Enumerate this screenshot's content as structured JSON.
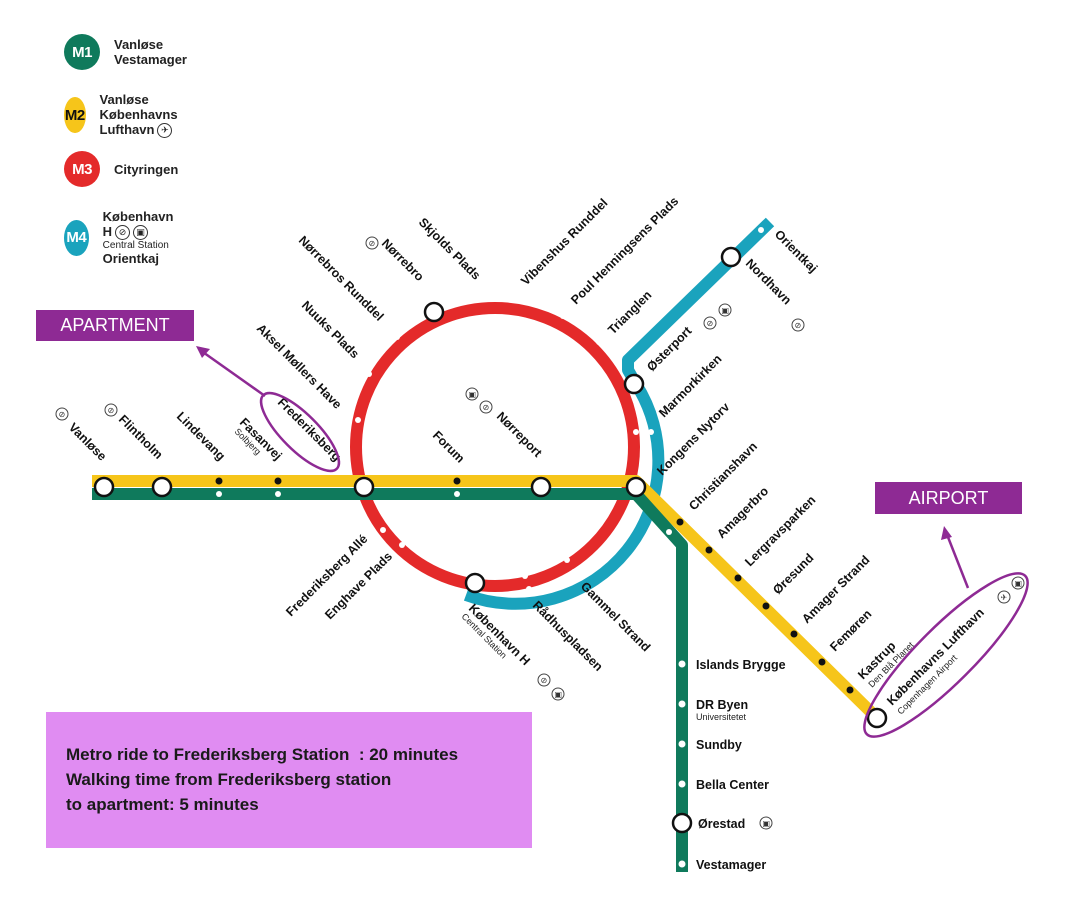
{
  "legend": [
    {
      "badge": "M1",
      "color": "#0f7a5c",
      "line1": "Vanløse",
      "line2": "Vestamager",
      "sub": ""
    },
    {
      "badge": "M2",
      "color": "#f6c51a",
      "line1": "Vanløse",
      "line2": "Københavns Lufthavn",
      "sub": "",
      "airport_icon": "airplane-icon"
    },
    {
      "badge": "M3",
      "color": "#e42a2a",
      "line1": "Cityringen",
      "line2": "",
      "sub": ""
    },
    {
      "badge": "M4",
      "color": "#1aa3bd",
      "line1": "København H",
      "sub": "Central Station",
      "line2": "Orientkaj",
      "icons": [
        "train-icon",
        "bus-icon"
      ]
    }
  ],
  "callouts": {
    "apartment": "APARTMENT",
    "airport": "AIRPORT"
  },
  "info": {
    "line1": "Metro ride to Frederiksberg Station  : 20 minutes",
    "line2": "Walking time from Frederiksberg station",
    "line3": "to apartment: 5 minutes"
  },
  "colors": {
    "m1": "#0f7a5c",
    "m2": "#f6c51a",
    "m3": "#e42a2a",
    "m4": "#1aa3bd",
    "callout": "#8e2a94",
    "info_bg": "#e08cf2"
  },
  "stations": {
    "vanlose": "Vanløse",
    "flintholm": "Flintholm",
    "lindevang": "Lindevang",
    "fasanvej": "Fasanvej",
    "fasanvej_sub": "Solbjerg",
    "frederiksberg": "Frederiksberg",
    "aksel": "Aksel Møllers Have",
    "nuuks": "Nuuks Plads",
    "norrebros_runddel": "Nørrebros Runddel",
    "norrebro": "Nørrebro",
    "skjolds": "Skjolds Plads",
    "vibenshus": "Vibenshus Runddel",
    "poul": "Poul Henningsens Plads",
    "trianglen": "Trianglen",
    "osterport": "Østerport",
    "marmorkirken": "Marmorkirken",
    "kongens": "Kongens Nytorv",
    "forum": "Forum",
    "norreport": "Nørreport",
    "orientkaj": "Orientkaj",
    "nordhavn": "Nordhavn",
    "christianshavn": "Christianshavn",
    "amagerbro": "Amagerbro",
    "lergrav": "Lergravsparken",
    "oresund": "Øresund",
    "amager_strand": "Amager Strand",
    "femoren": "Femøren",
    "kastrup": "Kastrup",
    "kastrup_sub": "Den Blå Planet",
    "lufthavn": "Københavns Lufthavn",
    "lufthavn_sub": "Copenhagen Airport",
    "frb_alle": "Frederiksberg Allé",
    "enghave": "Enghave Plads",
    "kbh_h": "København H",
    "kbh_h_sub": "Central Station",
    "radhus": "Rådhuspladsen",
    "gammel": "Gammel Strand",
    "islands": "Islands Brygge",
    "dr_byen": "DR Byen",
    "dr_byen_sub": "Universitetet",
    "sundby": "Sundby",
    "bella": "Bella Center",
    "orestad": "Ørestad",
    "vestamager": "Vestamager"
  }
}
